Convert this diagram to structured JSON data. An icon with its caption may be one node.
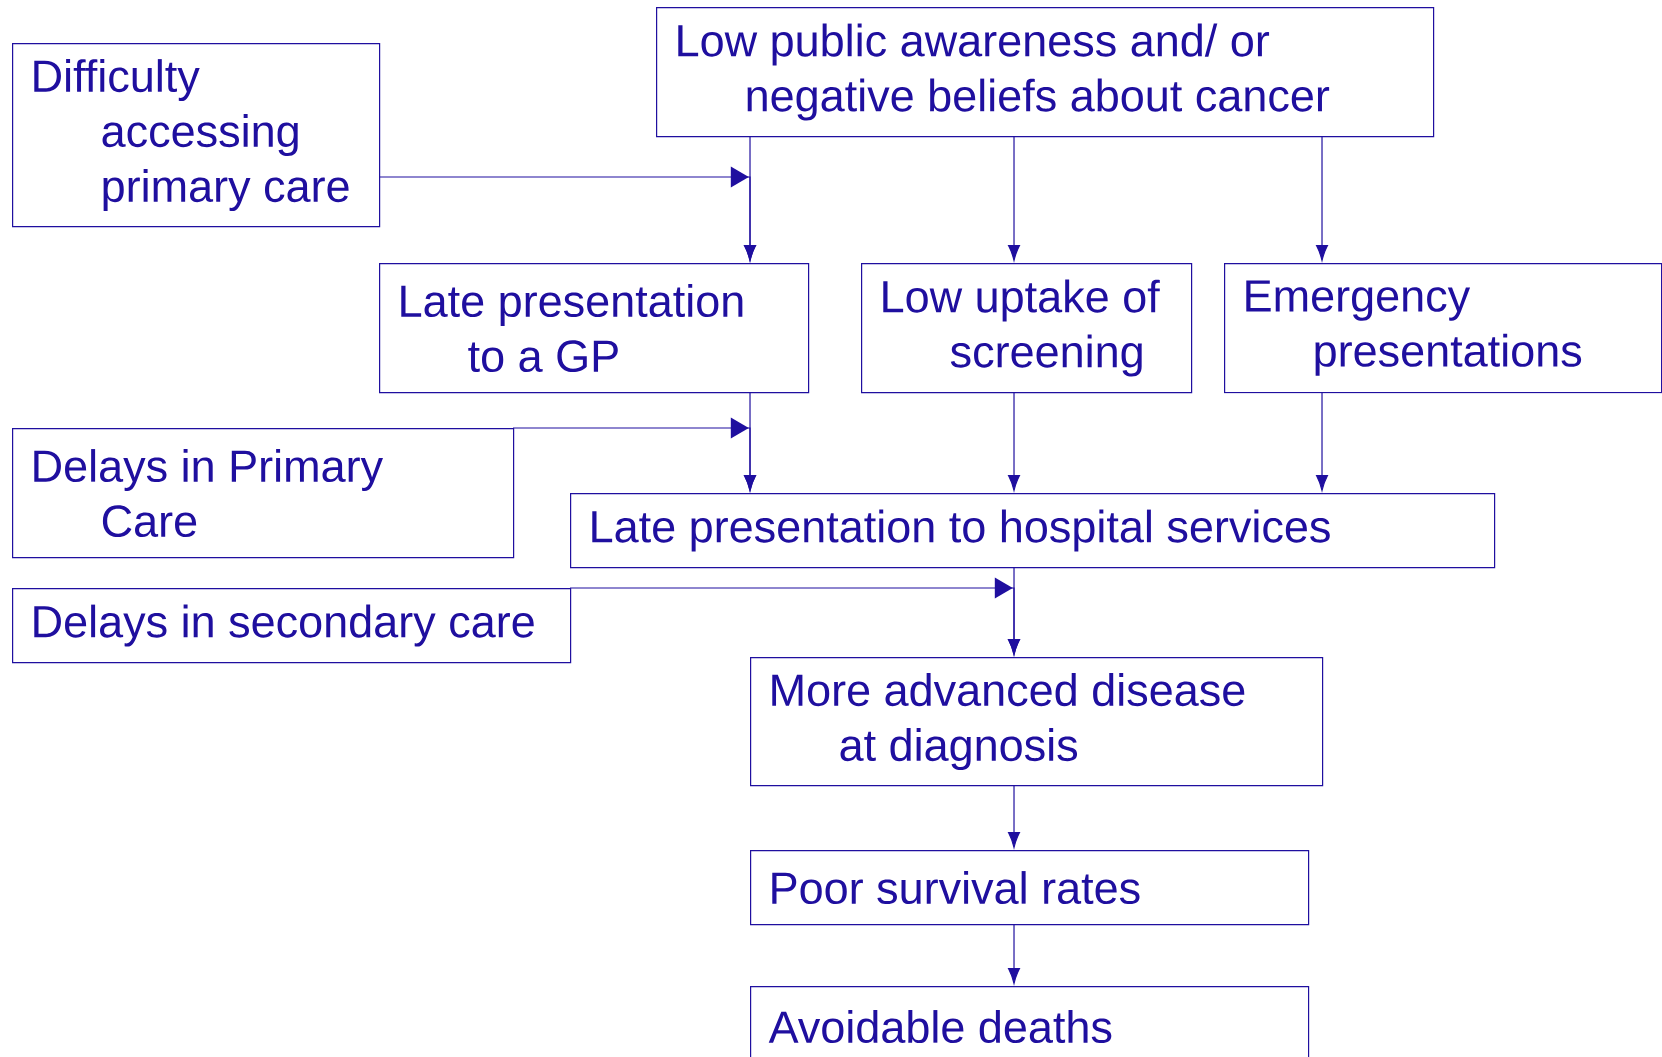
{
  "diagram": {
    "nodes": [
      {
        "text": [
          "Low public awareness and/ or negative beliefs about cancer"
        ]
      },
      {
        "text": [
          "Difficulty accessing primary care"
        ]
      },
      {
        "text": [
          "Late presentation to a GP"
        ]
      },
      {
        "text": [
          "Low uptake of screening"
        ]
      },
      {
        "text": [
          "Emergency presentations"
        ]
      },
      {
        "text": [
          "Delays in Primary Care"
        ]
      },
      {
        "text": [
          "Late presentation to hospital services"
        ]
      },
      {
        "text": [
          "Delays in secondary care"
        ]
      },
      {
        "text": [
          "More advanced disease at diagnosis"
        ]
      },
      {
        "text": [
          "Poor survival rates"
        ]
      },
      {
        "text": [
          "Avoidable deaths"
        ]
      }
    ],
    "edges": [
      {
        "from": 0,
        "to": 2,
        "arrow": "to"
      },
      {
        "from": 0,
        "to": 3,
        "arrow": "to"
      },
      {
        "from": 0,
        "to": 4,
        "arrow": "to"
      },
      {
        "from": 1,
        "to": 2,
        "arrow": "to"
      },
      {
        "from": 2,
        "to": 6,
        "arrow": "to"
      },
      {
        "from": 3,
        "to": 6,
        "arrow": "to"
      },
      {
        "from": 4,
        "to": 6,
        "arrow": "to"
      },
      {
        "from": 5,
        "to": 6,
        "arrow": "to"
      },
      {
        "from": 6,
        "to": 8,
        "arrow": "to"
      },
      {
        "from": 7,
        "to": 8,
        "arrow": "to"
      },
      {
        "from": 8,
        "to": 9,
        "arrow": "to"
      },
      {
        "from": 9,
        "to": 10,
        "arrow": "to"
      }
    ]
  }
}
